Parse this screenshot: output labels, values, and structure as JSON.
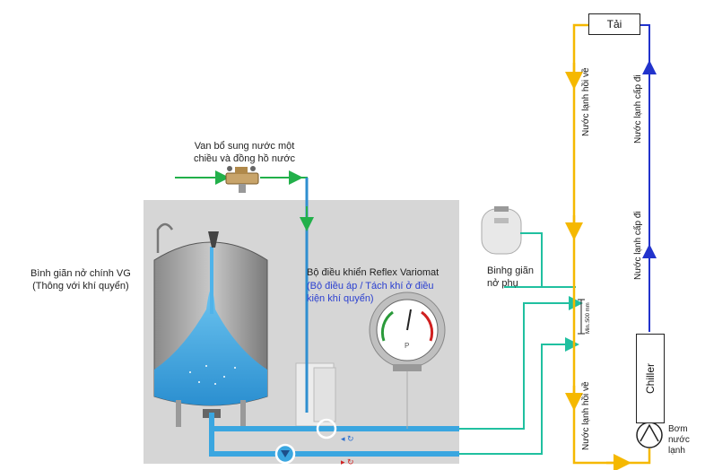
{
  "labels": {
    "valve": [
      "Van bổ sung nước một",
      "chiều và đồng hồ nước"
    ],
    "main_vessel": [
      "Bình giãn nở chính VG",
      "(Thông với khí quyển)"
    ],
    "controller_title": "Bộ điều khiển Reflex Variomat",
    "controller_sub": [
      "(Bộ điều áp / Tách khí ở điều",
      "kiện khí quyển)"
    ],
    "aux_vessel": [
      "Binhg giãn",
      "nở phụ"
    ],
    "load": "Tải",
    "chiller": "Chiller",
    "pump": [
      "Bơm",
      "nước",
      "lạnh"
    ],
    "return_top": "Nước lạnh hồi về",
    "return_bottom": "Nước lạnh hồi về",
    "supply_top": "Nước lạnh cấp đi",
    "supply_mid": "Nước lạnh cấp đi",
    "min_height": "Min.:500 mm",
    "gauge_letter": "P"
  },
  "colors": {
    "return_line": "#f5b800",
    "supply_line": "#2233cc",
    "makeup_line": "#22b04a",
    "connect_line": "#20c0a0",
    "water": "#3aa6e0",
    "cabinet": "#d9d9d9"
  },
  "icons": [
    "pump-icon",
    "gauge-icon",
    "valve-icon",
    "vent-icon"
  ]
}
